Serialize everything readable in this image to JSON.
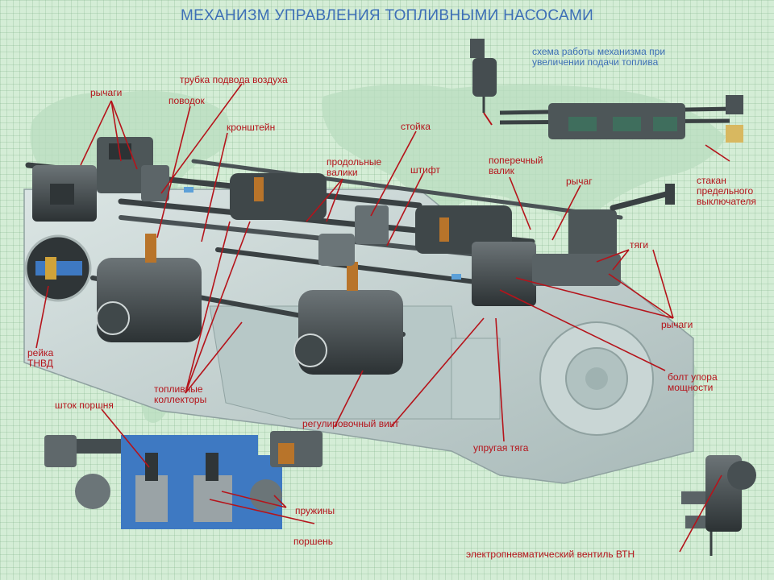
{
  "title": "МЕХАНИЗМ УПРАВЛЕНИЯ ТОПЛИВНЫМИ НАСОСАМИ",
  "schema_note": "схема работы  механизма при увеличении подачи топлива",
  "labels": {
    "rychagi_1": "рычаги",
    "trubka": "трубка подвода воздуха",
    "povodok": "поводок",
    "kronshtein": "кронштейн",
    "stoyka": "стойка",
    "prodolnye_1": "продольные",
    "prodolnye_2": "валики",
    "shtift": "штифт",
    "poperechny_1": "поперечный",
    "poperechny_2": "валик",
    "rychag": "рычаг",
    "stakan_1": "стакан",
    "stakan_2": "предельного",
    "stakan_3": "выключателя",
    "tyagi": "тяги",
    "rychagi_2": "рычаги",
    "reyka_1": "рейка",
    "reyka_2": "ТНВД",
    "bolt_1": "болт упора",
    "bolt_2": "мощности",
    "toplivnye_1": "топливные",
    "toplivnye_2": "коллекторы",
    "shtok": "шток поршня",
    "regul": "регулировочный винт",
    "uprugaya": "упругая тяга",
    "pruzhiny": "пружины",
    "porshen": "поршень",
    "ventil": "электропневматический вентиль ВТН"
  },
  "colors": {
    "label": "#b5141b",
    "title": "#3d6fb6",
    "background": "#d4edd6",
    "metal_dark": "#3c4346",
    "metal_mid": "#6f7a7d",
    "engine_block": "#c5d3d2",
    "section_blue": "#3e79c2",
    "spring": "#b8742a"
  }
}
